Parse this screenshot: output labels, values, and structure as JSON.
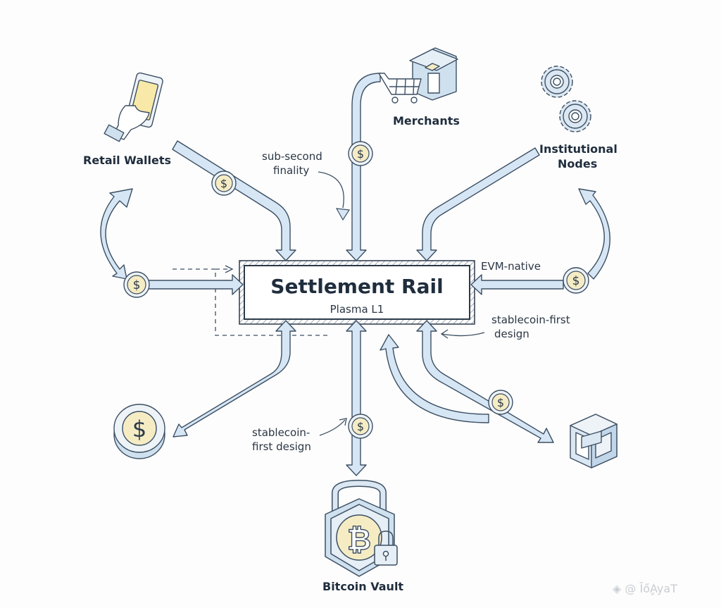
{
  "diagram": {
    "center": {
      "title": "Settlement Rail",
      "subtitle": "Plasma L1"
    },
    "nodes": {
      "retail_wallets": "Retail Wallets",
      "merchants": "Merchants",
      "institutional_nodes_line1": "Institutional",
      "institutional_nodes_line2": "Nodes",
      "bitcoin_vault": "Bitcoin Vault"
    },
    "annotations": {
      "sub_second_line1": "sub-second",
      "sub_second_line2": "finality",
      "evm_native": "EVM-native",
      "stablecoin_right_line1": "stablecoin-first",
      "stablecoin_right_line2": "design",
      "stablecoin_bottom_line1": "stablecoin-",
      "stablecoin_bottom_line2": "first design"
    },
    "icons": {
      "retail": "smartphone-hand-icon",
      "merchants": "shopping-cart-storefront-icon",
      "institutional": "gears-icon",
      "stablecoin": "dollar-coin-icon",
      "vault": "bitcoin-vault-padlock-icon",
      "module": "isometric-block-icon",
      "flow_token": "dollar-token-icon"
    },
    "coin_symbol": "$",
    "bitcoin_symbol": "₿",
    "colors": {
      "arrow_fill": "#d6e6f4",
      "arrow_stroke": "#3c4f63",
      "coin_fill": "#f6ecc4",
      "text_dark": "#1f2d3d",
      "icon_fill": "#cfe0ef"
    }
  },
  "watermark": "@ ĪőٍAyaT"
}
